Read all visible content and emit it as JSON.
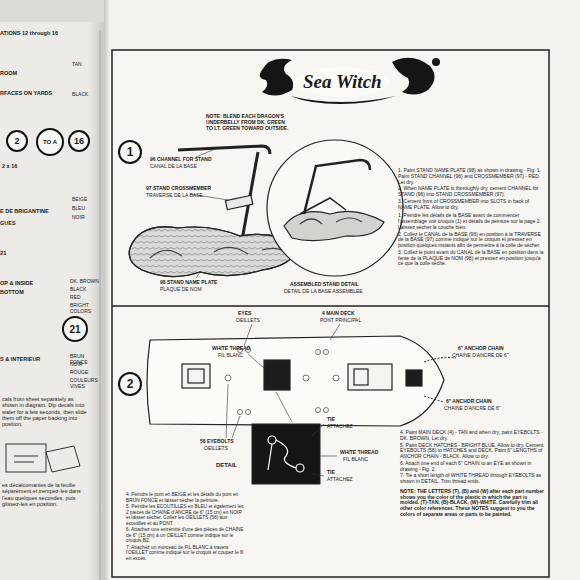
{
  "diagram": {
    "title": "Sea Witch",
    "nodes": [
      {
        "text": [
          "2"
        ]
      },
      {
        "text": [
          "TO A"
        ]
      },
      {
        "text": [
          "16"
        ]
      },
      {
        "text": [
          "21"
        ]
      },
      {
        "text": [
          "1"
        ]
      },
      {
        "text": [
          "2"
        ]
      }
    ],
    "labels": [
      "ATIONS 12 through 16",
      "TAN",
      "ROOM",
      "RFACES ON YARDS",
      "BLACK",
      "2 x 16",
      "E DE BRIGANTINE",
      "BEIGE",
      "BLEU",
      "NOIR",
      "GUES",
      "21",
      "OP & INSIDE",
      "BOTTOM",
      "DK. BROWN",
      "BLACK",
      "RED",
      "BRIGHT COLORS",
      "S & INTERIEUR",
      "BRUN FONCE",
      "NOIR",
      "ROUGE",
      "COULEURS VIVES",
      "cals from sheet separately as shown in diagram. Dip decals into water for a few seconds, then slide them off the paper backing into position.",
      "es décalcomanies de la feuille séparément et trempez-les dans l'eau quelques secondes, puis glissez-les en position.",
      "NOTE: BLEND EACH DRAGON'S UNDERBELLY FROM DK. GREEN TO LT. GREEN TOWARD OUTSIDE.",
      "96 CHANNEL FOR STAND",
      "CANAL DE LA BASE",
      "97 STAND CROSSMEMBER",
      "TRAVERSE DE LA BASE",
      "98 STAND NAME PLATE",
      "PLAQUE DE NOM",
      "ASSEMBLED STAND DETAIL",
      "DETAIL DE LA BASE ASSEMBLEE",
      "1. Paint STAND NAME PLATE (98) as shown in drawing - Fig. 1. Paint STAND CHANNEL (96) and CROSSMEMBER (97) - RED. Let dry.",
      "2. When NAME PLATE is thoroughly dry, cement CHANNEL for STAND (96) into STAND CROSSMEMBER (97).",
      "3. Cement front of CROSSMEMBER into SLOTS in back of NAME PLATE. Allow to dry.",
      "1. Peindre les détails de la BASE avant de commencer l'assemblage voir croquis (1) et détails de peinture sur la page 2. Laissez sécher la couche bien.",
      "2. Collez le CANAL de la BASE (96) en position à la TRAVERSE de la BASE (97) comme indiqué sur le croquis et pressez en position quelques instants afin de permettre à la colle de sécher.",
      "3. Collez le point avant du CANAL de la BASE en position dans la fente de la PLAQUE de NOM (98) et pressez en position jusqu'à ce que la colle sèche.",
      "EYES",
      "OEILLETS",
      "4 MAIN DECK",
      "PONT PRINCIPAL",
      "WHITE THREAD",
      "FIL BLANC",
      "6\" ANCHOR CHAIN",
      "CHAINE D'ANCRE DE 6\"",
      "6\" ANCHOR CHAIN",
      "CHAINE D'ANCRE DE 6\"",
      "58 EYEBOLTS",
      "OEILLETS",
      "DETAIL",
      "TIE",
      "ATTACHEZ",
      "WHITE THREAD",
      "FIL BLANC",
      "TIE",
      "ATTACHEZ",
      "4. Paint MAIN DECK (4) - TAN and when dry, paint EYEBOLTS - DK. BROWN. Let dry.",
      "5. Paint DECK HATCHES - BRIGHT BLUE. Allow to dry. Cement EYEBOLTS (58) to HATCHES and DECK. Paint 6\" LENGTHS of ANCHOR CHAIN - BLACK. Allow to dry.",
      "6. Attach one end of each 6\" CHAIN to an EYE as shown in drawing - Fig. 2.",
      "7. Tie a short length of WHITE THREAD through EYEBOLTS as shown in DETAIL. Trim thread ends.",
      "NOTE: THE LETTERS (T), (B) and (W) after each part number shows you the color of the plastic in which the part is molded. (T)-TAN, (B)-BLACK, (W)-WHITE. Carefully trim all other color references. These NOTES suggest to you the colors of separate areas or parts to be painted.",
      "4. Peindre le pont en BEIGE et les détails du pont en BRUN FONCE et laisser sécher la peinture.",
      "5. Peindre les ECOUTILLES en BLEU et également les 2 pièces de CHAINE d'ANCRE de 6\" (15 cm) en NOIR et laisser sécher. Collez les OEILLETS (58) aux écoutilles et au PONT.",
      "6. Attachez une extrémité d'une des pièces de CHAINE de 6\" (15 cm) à un OEILLET comme indiqué sur le croquis B2.",
      "7. Attachez un morceau de FIL BLANC à travers l'OEILLET comme indiqué sur le croquis et coupez le fil en excès."
    ]
  }
}
